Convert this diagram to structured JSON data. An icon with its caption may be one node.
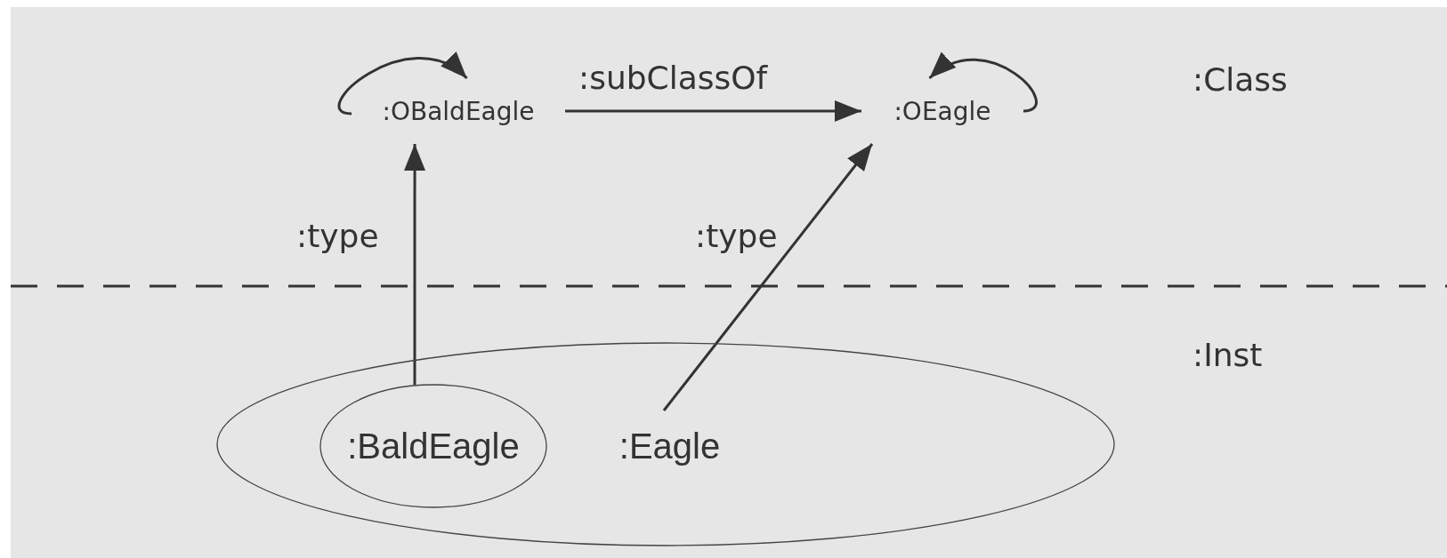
{
  "diagram": {
    "nodes": [
      {
        "text": [
          ":OBaldEagle"
        ]
      },
      {
        "text": [
          ":OEagle"
        ]
      },
      {
        "text": [],
        "shape": "ellipse"
      },
      {
        "text": [
          ":BaldEagle"
        ],
        "in": 2
      },
      {
        "text": [
          ":Eagle"
        ],
        "in": 2
      }
    ],
    "edges": [
      {
        "from": 0,
        "to": 0,
        "arrow": "to"
      },
      {
        "from": 1,
        "to": 1,
        "arrow": "to"
      },
      {
        "from": 0,
        "to": 1,
        "arrow": "to",
        "label": ":subClassOf"
      },
      {
        "from": 3,
        "to": 0,
        "arrow": "to",
        "label": ":type"
      },
      {
        "from": 4,
        "to": 1,
        "arrow": "to",
        "label": ":type"
      }
    ],
    "labels": [
      ":Class",
      ":Inst"
    ]
  }
}
